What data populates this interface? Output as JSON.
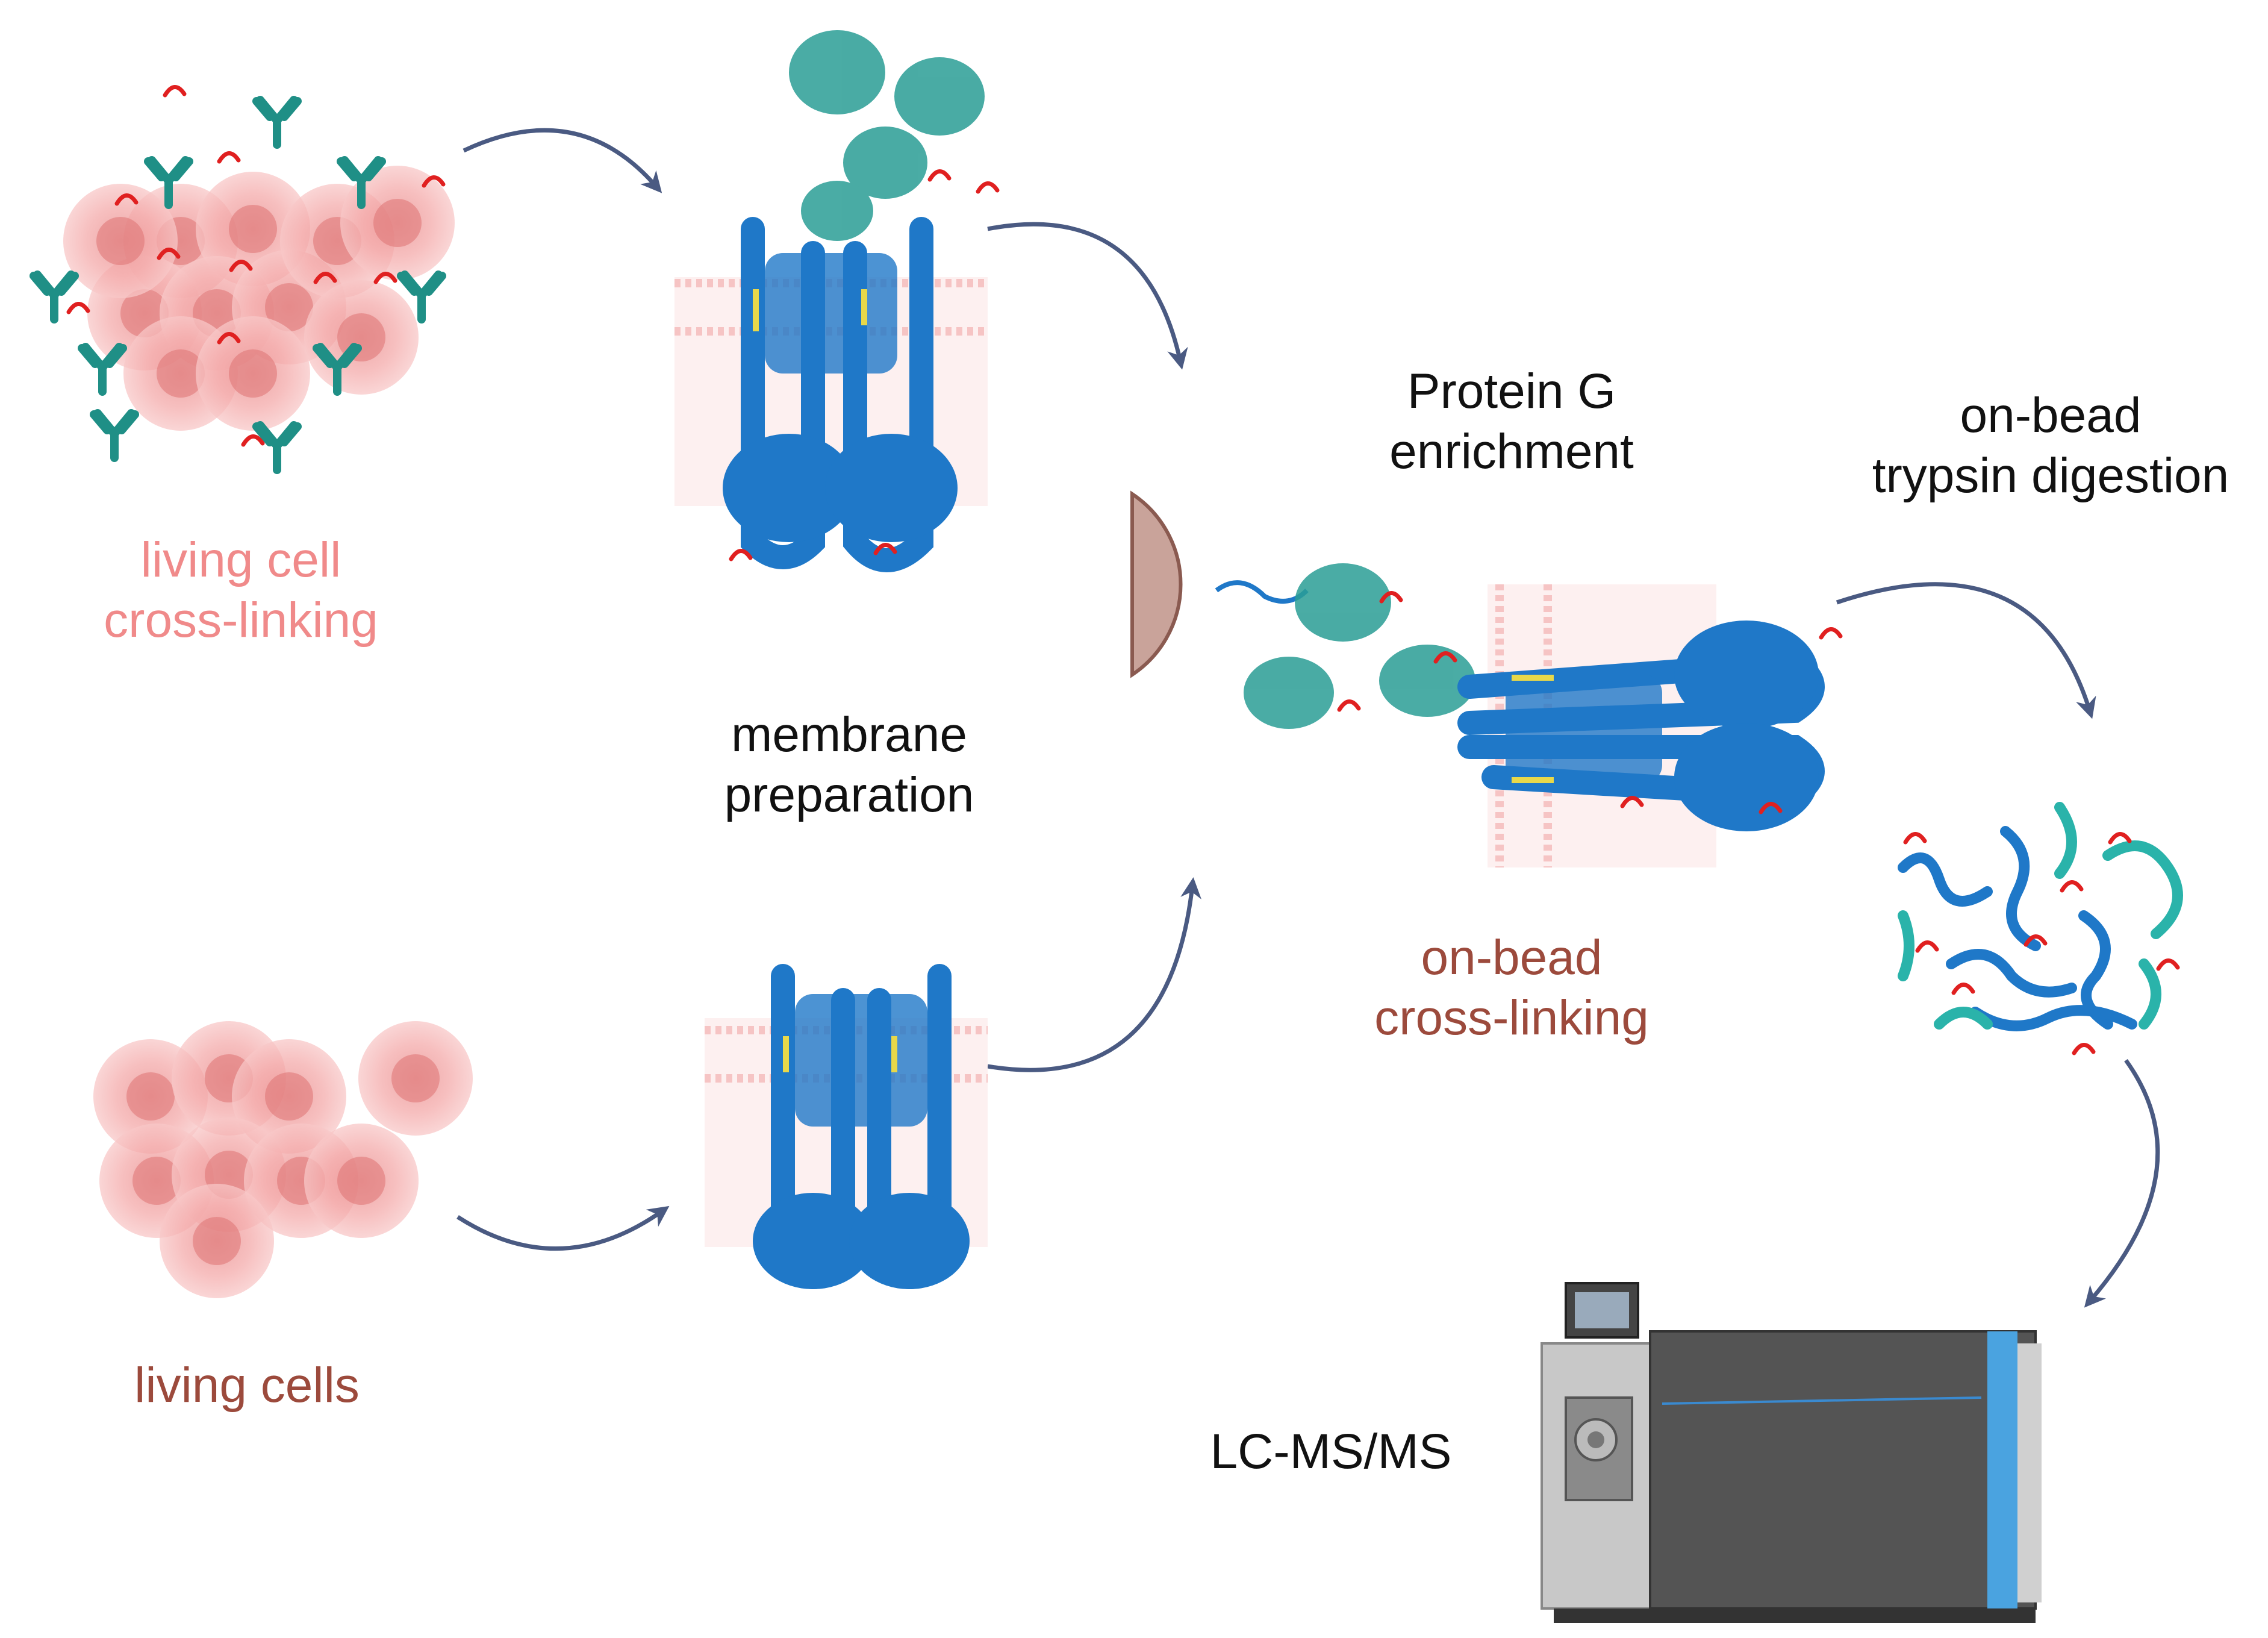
{
  "labels": {
    "living_cell_crosslinking": {
      "line1": "living cell",
      "line2": "cross-linking"
    },
    "living_cells": {
      "line1": "living cells"
    },
    "membrane_preparation": {
      "line1": "membrane",
      "line2": "preparation"
    },
    "protein_g_enrichment": {
      "line1": "Protein G",
      "line2": "enrichment"
    },
    "on_bead_crosslinking": {
      "line1": "on-bead",
      "line2": "cross-linking"
    },
    "on_bead_trypsin_digestion": {
      "line1": "on-bead",
      "line2": "trypsin digestion"
    },
    "lc_ms_ms": {
      "line1": "LC-MS/MS"
    }
  },
  "colors": {
    "label_pink": "#f08a8a",
    "label_brown": "#9c4a3c",
    "label_black": "#111111",
    "arrow": "#4a5a82",
    "protein_blue": "#1f78c8",
    "antibody_teal": "#1f8f86",
    "crosslinker_red": "#e02020",
    "cell_pink": "#f4a8a8",
    "bead": "#c9a39a",
    "membrane": "#f6c4c4",
    "instrument_dark": "#545454",
    "instrument_light": "#c8c8c8"
  },
  "icons": [
    "cell-cluster-icon",
    "antibody-icon",
    "crosslinker-icon",
    "receptor-protein-icon",
    "membrane-bilayer-icon",
    "protein-g-bead-icon",
    "peptide-fragments-icon",
    "mass-spectrometer-icon",
    "flow-arrow-icon"
  ]
}
